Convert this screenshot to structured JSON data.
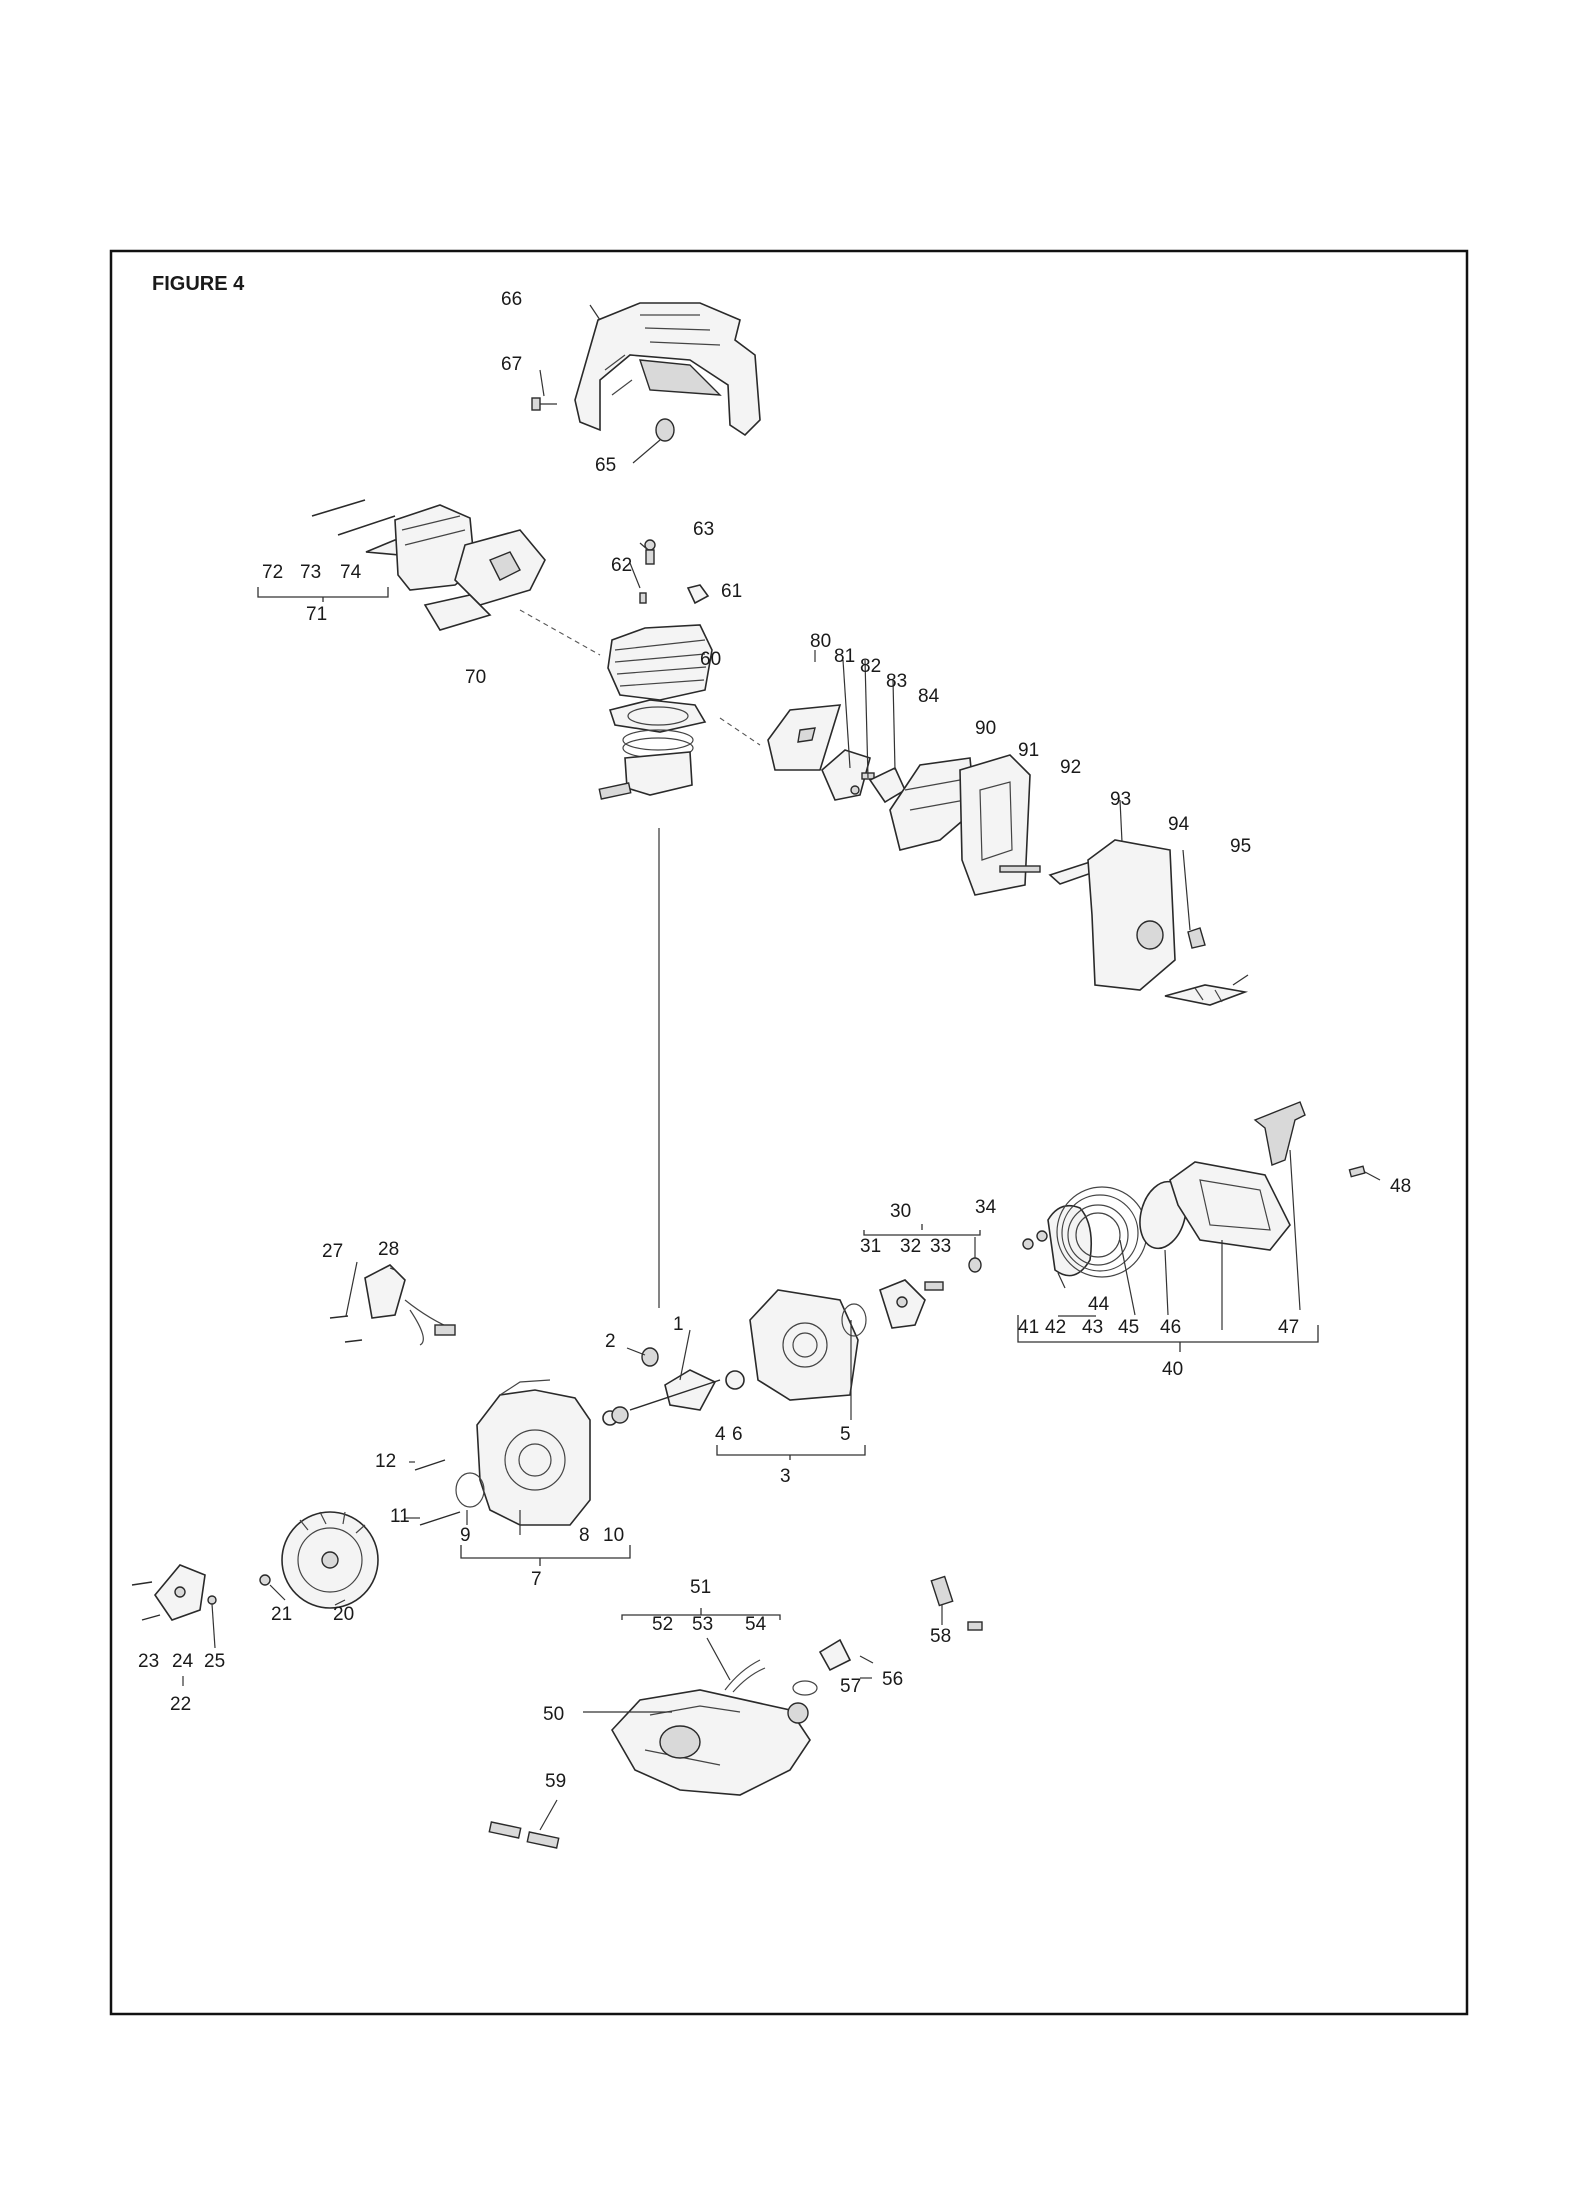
{
  "figure": {
    "title": "FIGURE 4"
  },
  "callouts": {
    "n1": "1",
    "n2": "2",
    "n3": "3",
    "n4": "4",
    "n5": "5",
    "n6": "6",
    "n7": "7",
    "n8": "8",
    "n9": "9",
    "n10": "10",
    "n11": "11",
    "n12": "12",
    "n20": "20",
    "n21": "21",
    "n22": "22",
    "n23": "23",
    "n24": "24",
    "n25": "25",
    "n27": "27",
    "n28": "28",
    "n30": "30",
    "n31": "31",
    "n32": "32",
    "n33": "33",
    "n34": "34",
    "n40": "40",
    "n41": "41",
    "n42": "42",
    "n43": "43",
    "n44": "44",
    "n45": "45",
    "n46": "46",
    "n47": "47",
    "n48": "48",
    "n50": "50",
    "n51": "51",
    "n52": "52",
    "n53": "53",
    "n54": "54",
    "n56": "56",
    "n57": "57",
    "n58": "58",
    "n59": "59",
    "n60": "60",
    "n61": "61",
    "n62": "62",
    "n63": "63",
    "n65": "65",
    "n66": "66",
    "n67": "67",
    "n70": "70",
    "n71": "71",
    "n72": "72",
    "n73": "73",
    "n74": "74",
    "n80": "80",
    "n81": "81",
    "n82": "82",
    "n83": "83",
    "n84": "84",
    "n90": "90",
    "n91": "91",
    "n92": "92",
    "n93": "93",
    "n94": "94",
    "n95": "95"
  }
}
